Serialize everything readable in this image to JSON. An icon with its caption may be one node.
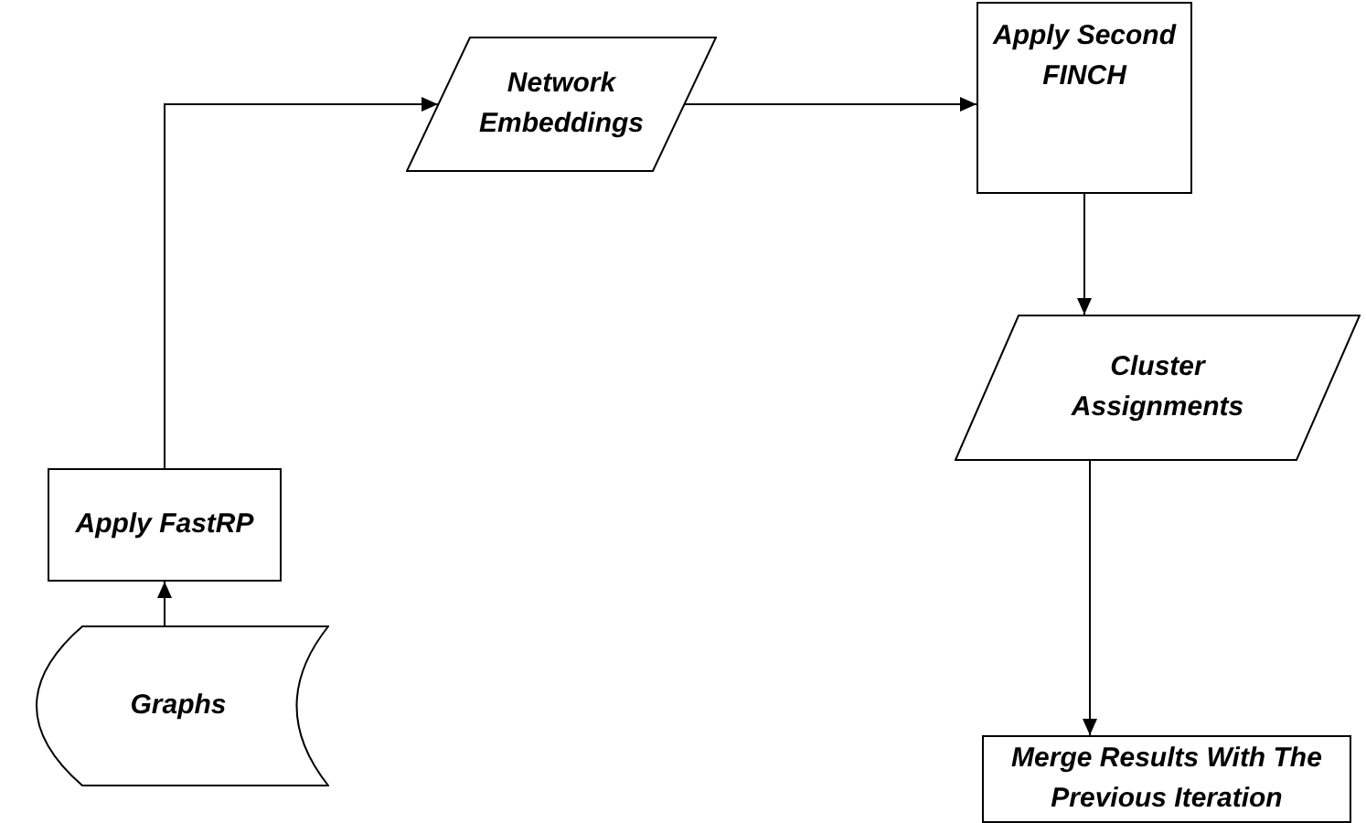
{
  "diagram": {
    "nodes": [
      {
        "text": [
          "Graphs"
        ]
      },
      {
        "text": [
          "Apply FastRP"
        ]
      },
      {
        "text": [
          "Network Embeddings"
        ]
      },
      {
        "text": [
          "Apply Second FINCH"
        ]
      },
      {
        "text": [
          "Cluster Assignments"
        ]
      },
      {
        "text": [
          "Merge Results With The Previous Iteration"
        ]
      }
    ],
    "edges": [
      {
        "from": 0,
        "to": 1,
        "arrow": "to"
      },
      {
        "from": 1,
        "to": 2,
        "arrow": "to"
      },
      {
        "from": 2,
        "to": 3,
        "arrow": "to"
      },
      {
        "from": 3,
        "to": 4,
        "arrow": "to"
      },
      {
        "from": 4,
        "to": 5,
        "arrow": "to"
      }
    ]
  }
}
